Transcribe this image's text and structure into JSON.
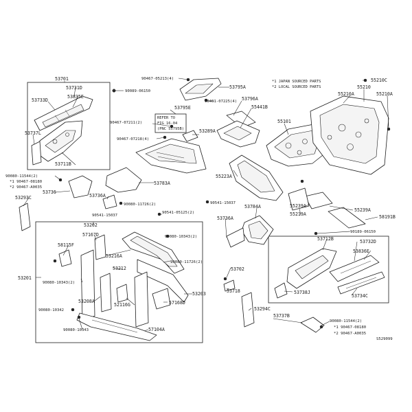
{
  "diagram": {
    "code": "S529099",
    "legend": [
      "*1 JAPAN SOURCED PARTS",
      "*2 LOCAL SOURCED PARTS"
    ],
    "refer_note": [
      "REFER TO",
      "FIG 16-04",
      "(PNC 55795B)"
    ],
    "labels": {
      "p53701": "53701",
      "p53731D": "53731D",
      "p53733D": "53733D",
      "p53835E": "53835E",
      "p53737L": "53737L",
      "p53711B": "53711B",
      "p90089_06150": "90089-06150",
      "p90467_05213": "90467-05213(4)",
      "p53795A": "53795A",
      "p90461_07225": "90461-07225(4)",
      "p53796A": "53796A",
      "p55441B": "55441B",
      "p53795E": "53795E",
      "p90467_07211": "90467-07211(2)",
      "p53289A": "53289A",
      "p90467_07218": "90467-07218(4)",
      "p55210C": "55210C",
      "p55210": "55210",
      "p55210A_1": "55210A",
      "p55210A_2": "55210A",
      "p55101": "55101",
      "p90080_11544_a": "90080-11544(2)",
      "p90467_08180_a": "*1 90467-08180",
      "p90467_A0035_a": "*2 90467-A0035",
      "p53736": "53736",
      "p53783A": "53783A",
      "p55223A": "55223A",
      "p53293C": "53293C",
      "p53736A": "53736A",
      "p90080_11726_a": "90080-11726(2)",
      "p90541_15037_a": "90541-15037",
      "p90541_15037_b": "90541-15037",
      "p90541_05125": "90541-05125(2)",
      "p53784A": "53784A",
      "p55239A_1": "55239A",
      "p55219A": "55219A",
      "p55239A_2": "55239A",
      "p58191B": "58191B",
      "p90189_06150": "90189-06150",
      "p53202": "53202",
      "p57167D": "57167D",
      "p90080_10343_a": "90080-10343(2)",
      "p53736A_2": "53736A",
      "p53712B": "53712B",
      "p53732D": "53732D",
      "p53836E": "53836E",
      "p58115F": "58115F",
      "p53216A": "53216A",
      "p53212": "53212",
      "p90080_11726_b": "90080-11726(2)",
      "p53702": "53702",
      "p53201": "53201",
      "p90080_10343_b": "90080-10343(2)",
      "p53203": "53203",
      "p53738J": "53738J",
      "p53734C": "53734C",
      "p53208A": "53208A",
      "p52116G": "52116G",
      "p57168D": "57168D",
      "p53718": "53718",
      "p90080_10342": "90080-10342",
      "p53294C": "53294C",
      "p57104A": "57104A",
      "p90080_10343_c": "90080-10343",
      "p53737B": "53737B",
      "p90080_11544_b": "90080-11544(2)",
      "p90467_08180_b": "*1 90467-08180",
      "p90467_A0035_b": "*2 90467-A0035"
    }
  }
}
